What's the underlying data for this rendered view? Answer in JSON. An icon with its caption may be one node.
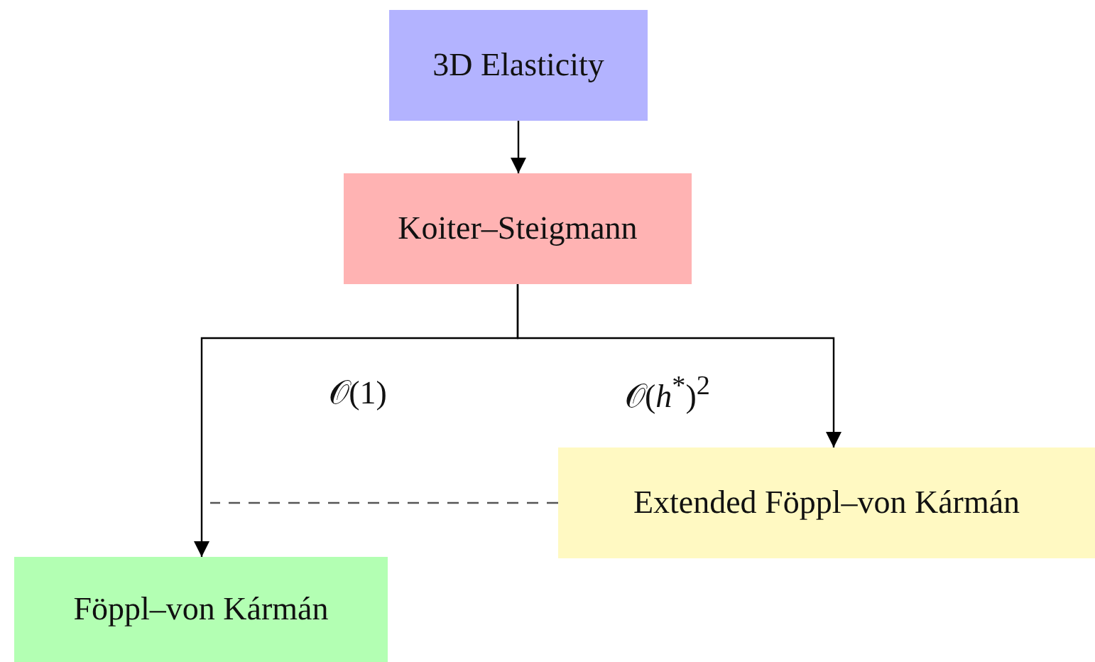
{
  "diagram": {
    "nodes": [
      {
        "text": [
          "3D Elasticity"
        ]
      },
      {
        "text": [
          "Koiter–Steigmann"
        ]
      },
      {
        "text": [
          "Föppl–von Kármán"
        ]
      },
      {
        "text": [
          "Extended Föppl–von Kármán"
        ]
      }
    ],
    "edges": [
      {
        "from": 0,
        "to": 1,
        "arrow": "to"
      },
      {
        "from": 1,
        "to": 2,
        "arrow": "to",
        "label": "𝒪(1)"
      },
      {
        "from": 1,
        "to": 3,
        "arrow": "to",
        "label": "𝒪(*h*$^{*}$)$^{2}$"
      },
      {
        "from": 3,
        "to": null,
        "arrow": "none",
        "style": "dashed",
        "color": "#555555"
      }
    ]
  }
}
